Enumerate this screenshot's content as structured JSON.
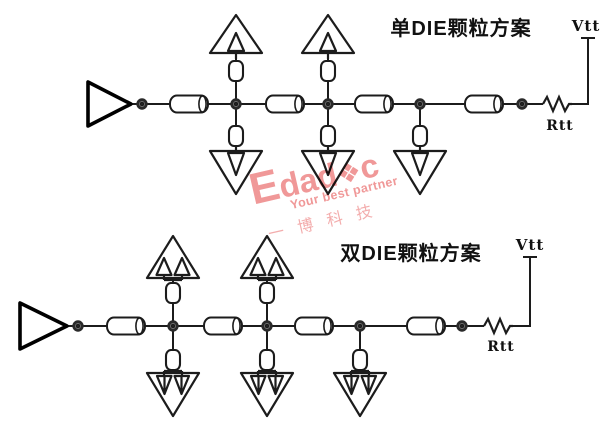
{
  "diagram": {
    "stroke_color": "#1c1c1c",
    "top_circuit": {
      "title": "单DIE颗粒方案",
      "rail_label": "Vtt",
      "terminator_label": "Rtt",
      "receiver_style": "single-die",
      "driver_count": 1,
      "transmission_line_segments": 4,
      "taps": [
        {
          "up_receiver": true,
          "down_receiver": true
        },
        {
          "up_receiver": true,
          "down_receiver": true
        },
        {
          "up_receiver": false,
          "down_receiver": true
        }
      ]
    },
    "bottom_circuit": {
      "title": "双DIE颗粒方案",
      "rail_label": "Vtt",
      "terminator_label": "Rtt",
      "receiver_style": "dual-die",
      "driver_count": 1,
      "transmission_line_segments": 4,
      "taps": [
        {
          "up_receiver": true,
          "down_receiver": true
        },
        {
          "up_receiver": true,
          "down_receiver": true
        },
        {
          "up_receiver": false,
          "down_receiver": true
        }
      ]
    }
  },
  "watermark": {
    "brand_part1": "Edad",
    "brand_star": "❖",
    "brand_part2": "c",
    "tagline": "Your best partner",
    "company": "一博科技",
    "brand_color": "#ee8a8a",
    "company_color": "#f2a2a2"
  }
}
